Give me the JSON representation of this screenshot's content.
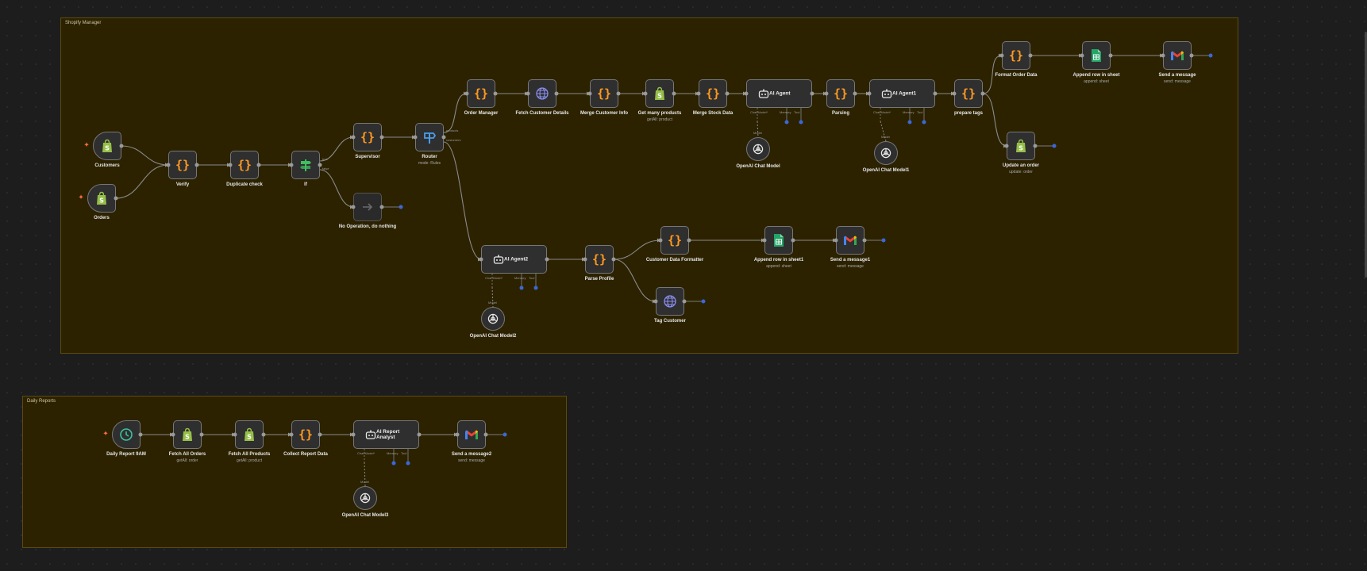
{
  "groups": {
    "shopify": {
      "label": "Shopify Manager"
    },
    "daily": {
      "label": "Daily Reports"
    }
  },
  "port_labels": {
    "true": "true",
    "false": "false",
    "chat_model": "Chat Model*",
    "memory": "Memory",
    "tool": "Tool",
    "model": "Model",
    "products": "products",
    "customers": "customers"
  },
  "nodes": {
    "customers": {
      "label": "Customers",
      "icon": "shopify-icon"
    },
    "orders": {
      "label": "Orders",
      "icon": "shopify-icon"
    },
    "verify": {
      "label": "Verify",
      "icon": "code-icon"
    },
    "duplicate_check": {
      "label": "Duplicate check",
      "icon": "code-icon"
    },
    "if": {
      "label": "If",
      "icon": "signpost-icon"
    },
    "supervisor": {
      "label": "Supervisor",
      "icon": "code-icon"
    },
    "noop": {
      "label": "No Operation, do nothing",
      "icon": "arrow-right-icon"
    },
    "router": {
      "label": "Router",
      "sub": "mode: Rules",
      "icon": "router-icon"
    },
    "order_manager": {
      "label": "Order Manager",
      "icon": "code-icon"
    },
    "fetch_customer": {
      "label": "Fetch Customer Details",
      "icon": "globe-icon"
    },
    "merge_customer": {
      "label": "Merge Customer Info",
      "icon": "code-icon"
    },
    "get_products": {
      "label": "Get many products",
      "sub": "getAll: product",
      "icon": "shopify-icon"
    },
    "merge_stock": {
      "label": "Merge Stock Data",
      "icon": "code-icon"
    },
    "ai_agent": {
      "label": "AI Agent",
      "icon": "robot-icon"
    },
    "openai_model": {
      "label": "OpenAI Chat Model",
      "icon": "openai-icon"
    },
    "parsing": {
      "label": "Parsing",
      "icon": "code-icon"
    },
    "ai_agent1": {
      "label": "AI Agent1",
      "icon": "robot-icon"
    },
    "openai_model1": {
      "label": "OpenAI Chat Model1",
      "icon": "openai-icon"
    },
    "prepare_tags": {
      "label": "prepare tags",
      "icon": "code-icon"
    },
    "format_order": {
      "label": "Format Order Data",
      "icon": "code-icon"
    },
    "append_row": {
      "label": "Append row in sheet",
      "sub": "append: sheet",
      "icon": "sheets-icon"
    },
    "send_message": {
      "label": "Send a message",
      "sub": "send: message",
      "icon": "gmail-icon"
    },
    "update_order": {
      "label": "Update an order",
      "sub": "update: order",
      "icon": "shopify-icon"
    },
    "ai_agent2": {
      "label": "AI Agent2",
      "icon": "robot-icon"
    },
    "openai_model2": {
      "label": "OpenAI Chat Model2",
      "icon": "openai-icon"
    },
    "parse_profile": {
      "label": "Parse Profile",
      "icon": "code-icon"
    },
    "customer_formatter": {
      "label": "Customer Data Formatter",
      "icon": "code-icon"
    },
    "append_row1": {
      "label": "Append row in sheet1",
      "sub": "append: sheet",
      "icon": "sheets-icon"
    },
    "send_message1": {
      "label": "Send a message1",
      "sub": "send: message",
      "icon": "gmail-icon"
    },
    "tag_customer": {
      "label": "Tag Customer",
      "icon": "globe-icon"
    },
    "daily_report": {
      "label": "Daily Report 9AM",
      "icon": "clock-icon"
    },
    "fetch_orders": {
      "label": "Fetch All Orders",
      "sub": "getAll: order",
      "icon": "shopify-icon"
    },
    "fetch_products": {
      "label": "Fetch All Products",
      "sub": "getAll: product",
      "icon": "shopify-icon"
    },
    "collect_report": {
      "label": "Collect Report Data",
      "icon": "code-icon"
    },
    "ai_report": {
      "label": "AI Report Analyst",
      "icon": "robot-icon"
    },
    "openai_model3": {
      "label": "OpenAI Chat Model3",
      "icon": "openai-icon"
    },
    "send_message2": {
      "label": "Send a message2",
      "sub": "send: message",
      "icon": "gmail-icon"
    }
  },
  "colors": {
    "canvas": "#1d1d1d",
    "group_fill": "#2c2200",
    "group_border": "#5c4a0c",
    "node_fill": "#2f2f2f",
    "node_border": "#777777",
    "code_icon": "#ff9a1f",
    "shopify": "#95bf47",
    "sheets": "#23a566",
    "globe": "#8a8ef0",
    "signpost": "#3fbf5f",
    "router": "#4a9dea",
    "trigger_spark": "#ff6d3b"
  }
}
